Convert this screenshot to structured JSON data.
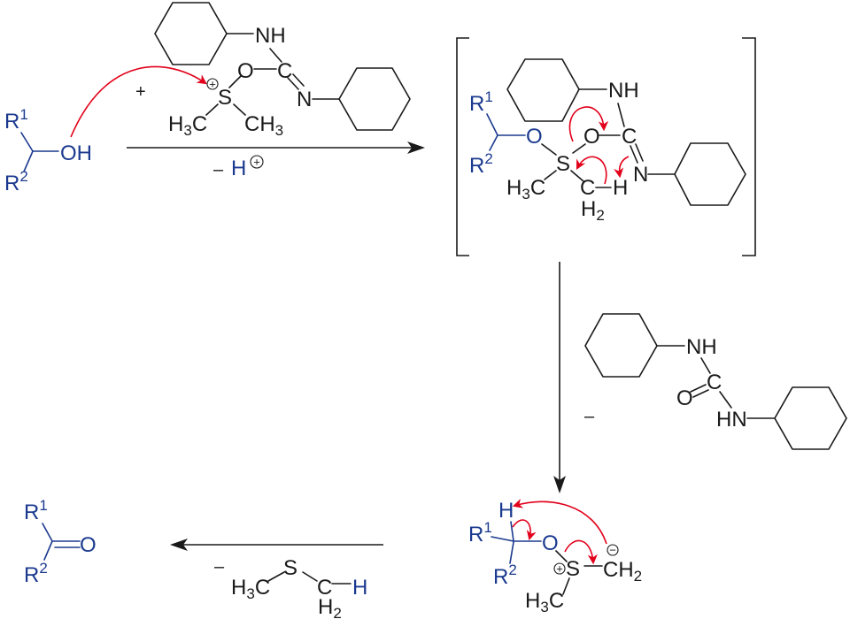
{
  "colors": {
    "substrate": "#1b3a8f",
    "electron_arrow": "#e2001a",
    "ink": "#1a1a1a"
  },
  "charges": {
    "plus": "+",
    "minus": "−"
  },
  "alcohol": {
    "r1": "R",
    "r1_sup": "1",
    "r2": "R",
    "r2_sup": "2",
    "oh": "OH"
  },
  "plus_sign": "+",
  "reagent": {
    "nh": "NH",
    "o": "O",
    "c": "C",
    "n": "N",
    "s": "S",
    "h3c_h": "H",
    "h3c_sub": "3",
    "h3c_c": "C",
    "ch3_ch": "CH",
    "ch3_sub": "3"
  },
  "step1_byproduct": {
    "minus": "–",
    "h": "H"
  },
  "intermediate": {
    "r1": "R",
    "r1_sup": "1",
    "r2": "R",
    "r2_sup": "2",
    "o_blue": "O",
    "nh": "NH",
    "o": "O",
    "c": "C",
    "n": "N",
    "s": "S",
    "h3c_h": "H",
    "h3c_sub": "3",
    "h3c_c": "C",
    "ch2_c": "C",
    "ch2_h": "H",
    "ch2_sub": "2",
    "h": "H"
  },
  "step2_byproduct": {
    "minus": "–",
    "nh": "NH",
    "o": "O",
    "c": "C",
    "hn": "HN"
  },
  "ylide": {
    "h": "H",
    "r1": "R",
    "r1_sup": "1",
    "r2": "R",
    "r2_sup": "2",
    "o": "O",
    "s": "S",
    "ch2_ch": "CH",
    "ch2_sub": "2",
    "h3c_h": "H",
    "h3c_sub": "3",
    "h3c_c": "C"
  },
  "step3_byproduct": {
    "minus": "–",
    "h3c_h": "H",
    "h3c_sub": "3",
    "h3c_c": "C",
    "s": "S",
    "ch2_c": "C",
    "ch2_h": "H",
    "ch2_sub": "2",
    "h": "H"
  },
  "ketone": {
    "r1": "R",
    "r1_sup": "1",
    "r2": "R",
    "r2_sup": "2",
    "o": "O"
  }
}
